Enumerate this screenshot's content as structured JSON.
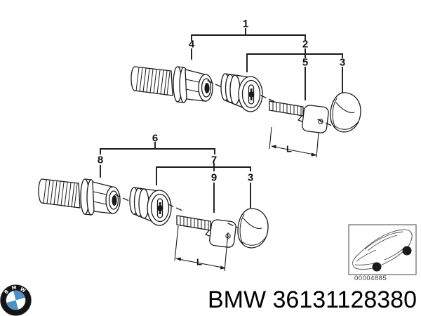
{
  "page": {
    "background": "#ffffff"
  },
  "colors": {
    "ink": "#1a1a1a",
    "bmw_blue": "#4c92c6",
    "logo_ring": "#141414"
  },
  "diagram": {
    "callouts": {
      "c1": "1",
      "c2": "2",
      "c3": "3",
      "c4": "4",
      "c5": "5",
      "c6": "6",
      "c7": "7",
      "c8": "8",
      "c9": "9"
    },
    "dimensions": {
      "length_label": "L"
    },
    "car_box": {
      "code": "00004885"
    }
  },
  "footer": {
    "logo_letters": [
      "B",
      "M",
      "W"
    ],
    "part_title": "BMW 36131128380"
  }
}
